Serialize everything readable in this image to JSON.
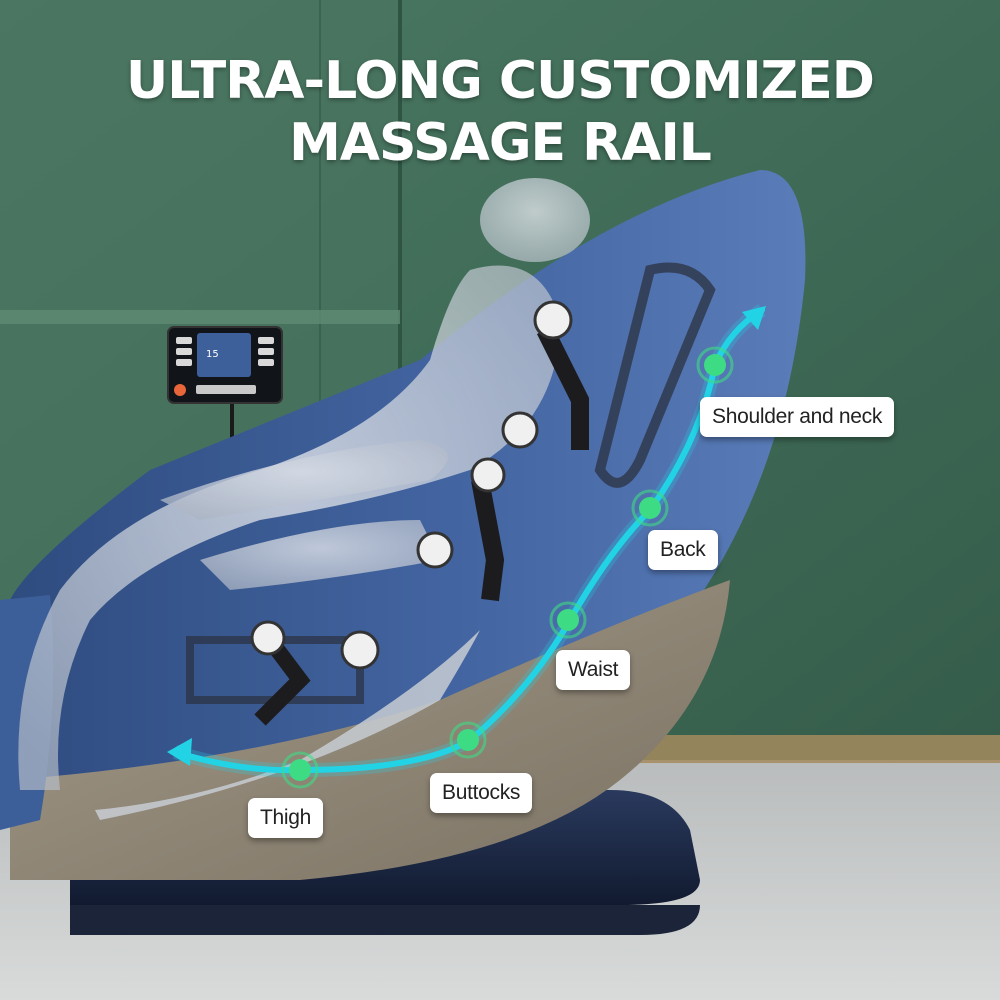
{
  "headline": {
    "line1": "ULTRA-LONG CUSTOMIZED",
    "line2": "MASSAGE RAIL"
  },
  "remote": {
    "screen_number": "15"
  },
  "massage_points": [
    {
      "label": "Shoulder and neck"
    },
    {
      "label": "Back"
    },
    {
      "label": "Waist"
    },
    {
      "label": "Buttocks"
    },
    {
      "label": "Thigh"
    }
  ],
  "colors": {
    "wall_green": "#3f6b57",
    "upholstery_blue": "#3b5b94",
    "rail_cyan": "#22d3e6",
    "point_green": "#3ddc84",
    "leather_taupe": "#8e8575",
    "base_navy": "#1c2a4a"
  }
}
